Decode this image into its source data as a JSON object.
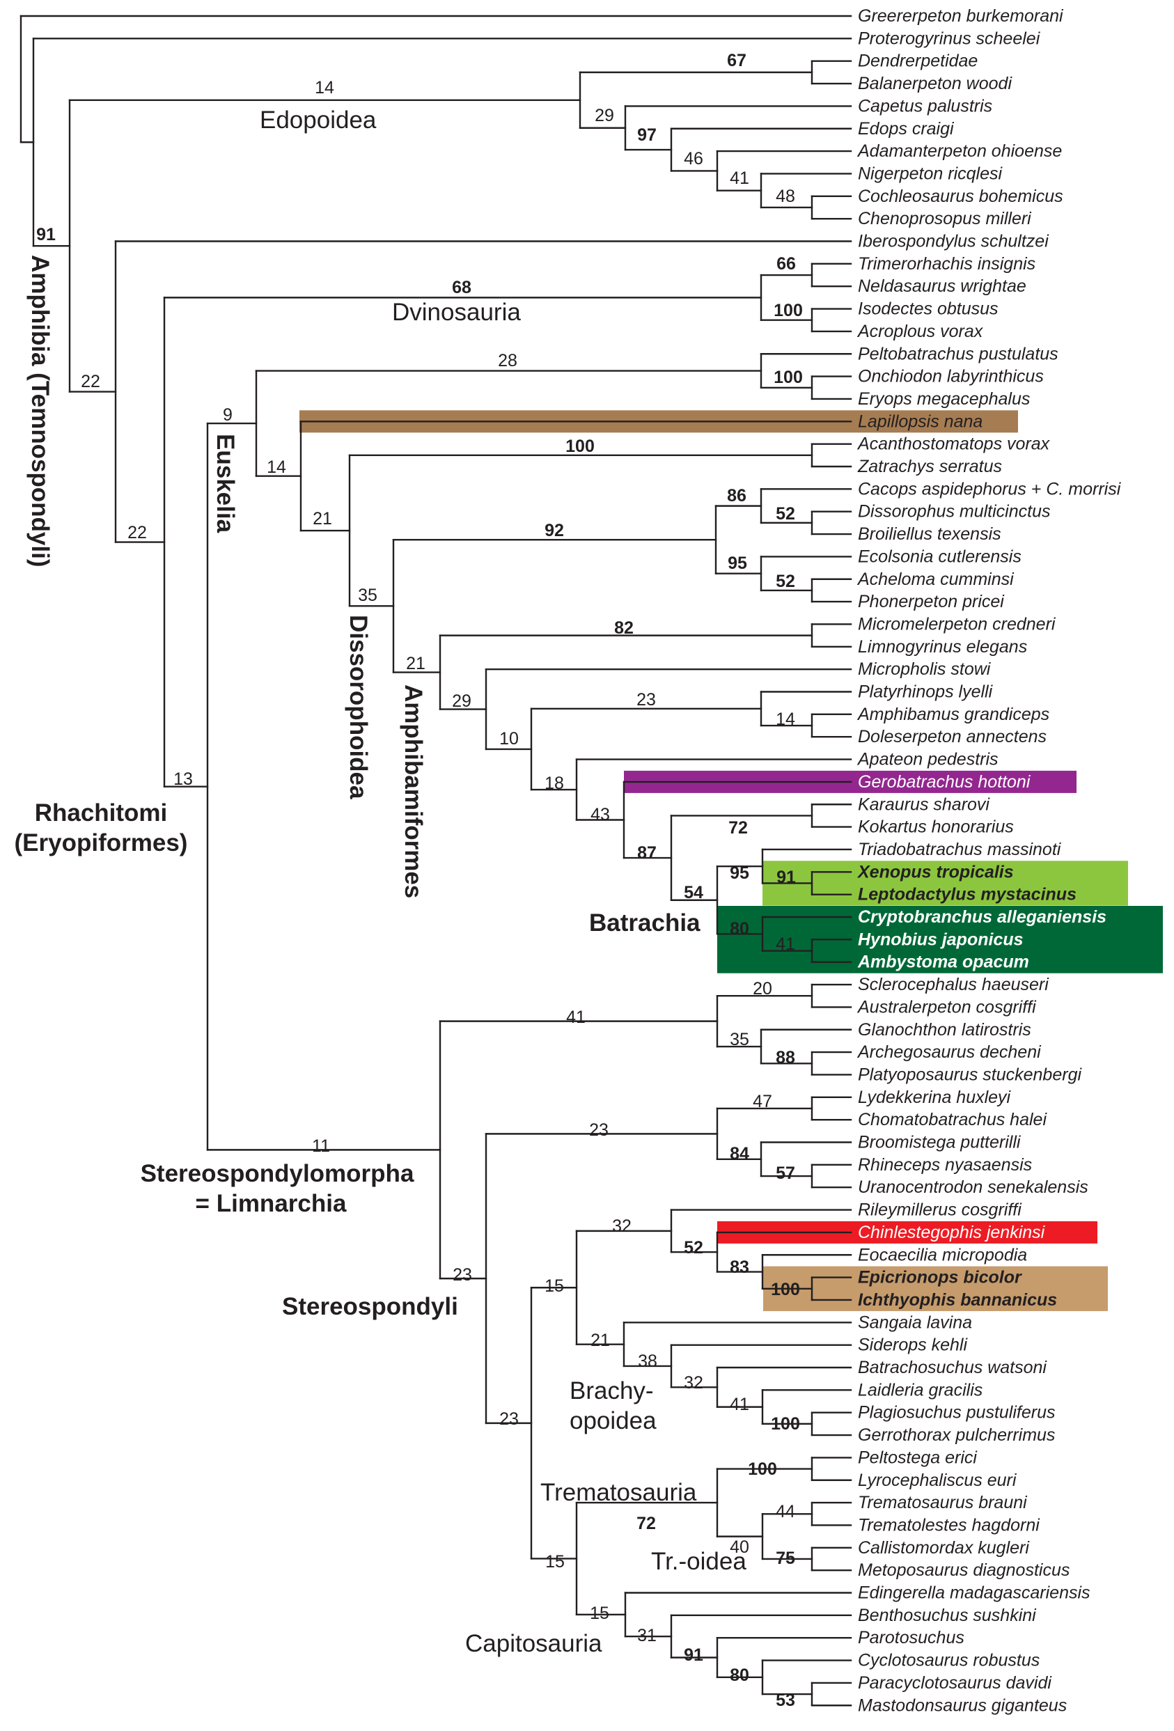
{
  "colors": {
    "line": "#231f20",
    "lapillopsis_box": "#a67c52",
    "gerobatrachus_box": "#93278f",
    "anura_box": "#8cc63f",
    "caudata_box": "#006837",
    "chinlestegophis_box": "#ed1c24",
    "gymnophiona_box": "#c69c6d"
  },
  "taxa": [
    "Greererpeton burkemorani",
    "Proterogyrinus scheelei",
    "Dendrerpetidae",
    "Balanerpeton woodi",
    "Capetus palustris",
    "Edops craigi",
    "Adamanterpeton ohioense",
    "Nigerpeton ricqlesi",
    "Cochleosaurus bohemicus",
    "Chenoprosopus milleri",
    "Iberospondylus schultzei",
    "Trimerorhachis insignis",
    "Neldasaurus wrightae",
    "Isodectes obtusus",
    "Acroplous vorax",
    "Peltobatrachus pustulatus",
    "Onchiodon labyrinthicus",
    "Eryops megacephalus",
    "Lapillopsis nana",
    "Acanthostomatops vorax",
    "Zatrachys serratus",
    "Cacops aspidephorus + C. morrisi",
    "Dissorophus multicinctus",
    "Broiliellus texensis",
    "Ecolsonia cutlerensis",
    "Acheloma cumminsi",
    "Phonerpeton pricei",
    "Micromelerpeton credneri",
    "Limnogyrinus elegans",
    "Micropholis stowi",
    "Platyrhinops lyelli",
    "Amphibamus grandiceps",
    "Doleserpeton annectens",
    "Apateon pedestris",
    "Gerobatrachus hottoni",
    "Karaurus sharovi",
    "Kokartus honorarius",
    "Triadobatrachus massinoti",
    "Xenopus tropicalis",
    "Leptodactylus mystacinus",
    "Cryptobranchus alleganiensis",
    "Hynobius japonicus",
    "Ambystoma opacum",
    "Sclerocephalus haeuseri",
    "Australerpeton cosgriffi",
    "Glanochthon latirostris",
    "Archegosaurus decheni",
    "Platyoposaurus stuckenbergi",
    "Lydekkerina huxleyi",
    "Chomatobatrachus halei",
    "Broomistega putterilli",
    "Rhineceps nyasaensis",
    "Uranocentrodon senekalensis",
    "Rileymillerus cosgriffi",
    "Chinlestegophis jenkinsi",
    "Eocaecilia micropodia",
    "Epicrionops bicolor",
    "Ichthyophis bannanicus",
    "Sangaia lavina",
    "Siderops kehli",
    "Batrachosuchus watsoni",
    "Laidleria gracilis",
    "Plagiosuchus pustuliferus",
    "Gerrothorax pulcherrimus",
    "Peltostega erici",
    "Lyrocephaliscus euri",
    "Trematosaurus brauni",
    "Trematolestes hagdorni",
    "Callistomordax kugleri",
    "Metoposaurus diagnosticus",
    "Edingerella madagascariensis",
    "Benthosuchus sushkini",
    "Parotosuchus",
    "Cyclotosaurus robustus",
    "Paracyclotosaurus davidi",
    "Mastodonsaurus giganteus"
  ],
  "support_values": [
    {
      "value": "14"
    },
    {
      "value": "67"
    },
    {
      "value": "29"
    },
    {
      "value": "97"
    },
    {
      "value": "46"
    },
    {
      "value": "41"
    },
    {
      "value": "48"
    },
    {
      "value": "91"
    },
    {
      "value": "68"
    },
    {
      "value": "66"
    },
    {
      "value": "100"
    },
    {
      "value": "28"
    },
    {
      "value": "100"
    },
    {
      "value": "22"
    },
    {
      "value": "9"
    },
    {
      "value": "14"
    },
    {
      "value": "100"
    },
    {
      "value": "22"
    },
    {
      "value": "21"
    },
    {
      "value": "92"
    },
    {
      "value": "86"
    },
    {
      "value": "52"
    },
    {
      "value": "95"
    },
    {
      "value": "52"
    },
    {
      "value": "35"
    },
    {
      "value": "82"
    },
    {
      "value": "21"
    },
    {
      "value": "29"
    },
    {
      "value": "23"
    },
    {
      "value": "14"
    },
    {
      "value": "10"
    },
    {
      "value": "18"
    },
    {
      "value": "13"
    },
    {
      "value": "43"
    },
    {
      "value": "72"
    },
    {
      "value": "87"
    },
    {
      "value": "95"
    },
    {
      "value": "91"
    },
    {
      "value": "54"
    },
    {
      "value": "80"
    },
    {
      "value": "41"
    },
    {
      "value": "20"
    },
    {
      "value": "41"
    },
    {
      "value": "35"
    },
    {
      "value": "88"
    },
    {
      "value": "47"
    },
    {
      "value": "11"
    },
    {
      "value": "23"
    },
    {
      "value": "84"
    },
    {
      "value": "57"
    },
    {
      "value": "32"
    },
    {
      "value": "52"
    },
    {
      "value": "83"
    },
    {
      "value": "23"
    },
    {
      "value": "15"
    },
    {
      "value": "100"
    },
    {
      "value": "21"
    },
    {
      "value": "38"
    },
    {
      "value": "32"
    },
    {
      "value": "41"
    },
    {
      "value": "100"
    },
    {
      "value": "23"
    },
    {
      "value": "100"
    },
    {
      "value": "44"
    },
    {
      "value": "72"
    },
    {
      "value": "40"
    },
    {
      "value": "75"
    },
    {
      "value": "15"
    },
    {
      "value": "15"
    },
    {
      "value": "31"
    },
    {
      "value": "91"
    },
    {
      "value": "80"
    },
    {
      "value": "53"
    }
  ],
  "clade_labels": {
    "edopoidea": "Edopoidea",
    "dvinosauria": "Dvinosauria",
    "amphibia": "Amphibia (Temnospondyli)",
    "euskelia": "Euskelia",
    "dissorophoidea": "Dissorophoidea",
    "amphibamiformes": "Amphibamiformes",
    "rhachitomi_1": "Rhachitomi",
    "rhachitomi_2": "(Eryopiformes)",
    "batrachia": "Batrachia",
    "stereospondylomorpha_1": "Stereospondylomorpha",
    "stereospondylomorpha_2": "= Limnarchia",
    "stereospondyli": "Stereospondyli",
    "brachyopoidea_1": "Brachy-",
    "brachyopoidea_2": "opoidea",
    "trematosauria": "Trematosauria",
    "trematosauroidea": "Tr.-oidea",
    "capitosauria": "Capitosauria"
  }
}
